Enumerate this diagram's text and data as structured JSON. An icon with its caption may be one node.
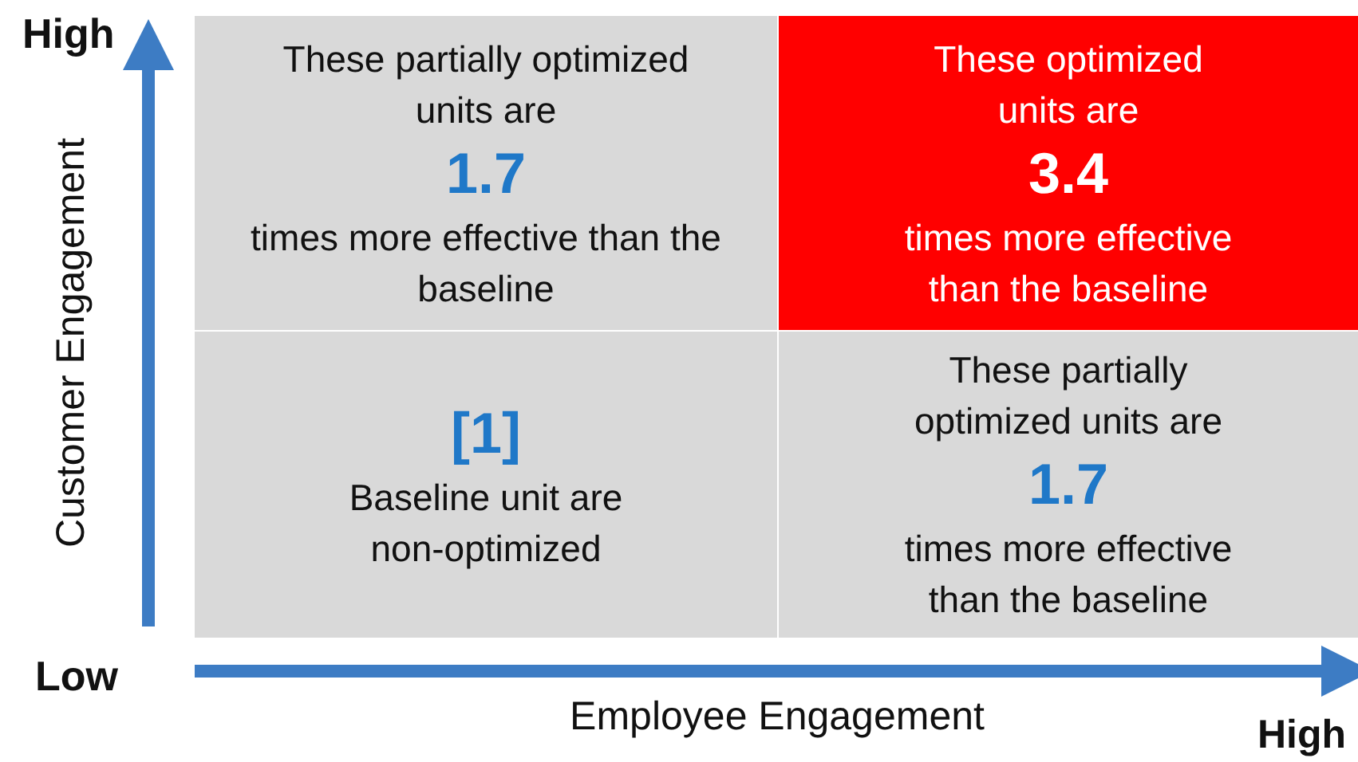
{
  "diagram": {
    "nodes": [
      {
        "text": [
          "These partially optimized units are",
          "1.7",
          "times more effective than the baseline"
        ]
      },
      {
        "text": [
          "These optimized units are",
          "3.4",
          "times more effective than the baseline"
        ]
      },
      {
        "text": [
          "[1]",
          "Baseline unit are non-optimized"
        ]
      },
      {
        "text": [
          "These partially optimized units are",
          "1.7",
          "times more effective than the baseline"
        ]
      }
    ],
    "labels": [
      "High",
      "Customer Engagement",
      "Low",
      "Employee Engagement",
      "High"
    ]
  }
}
